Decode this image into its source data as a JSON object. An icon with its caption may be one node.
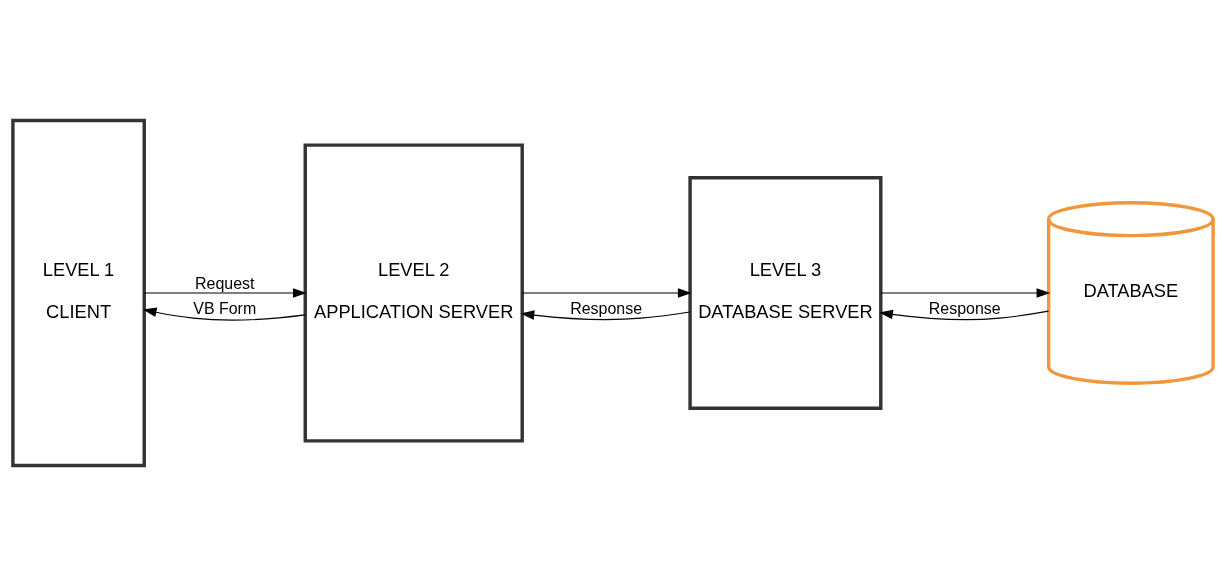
{
  "diagram": {
    "nodes": [
      {
        "text": [
          "LEVEL 1",
          "CLIENT"
        ]
      },
      {
        "text": [
          "LEVEL 2",
          "APPLICATION SERVER"
        ]
      },
      {
        "text": [
          "LEVEL 3",
          "DATABASE SERVER"
        ]
      },
      {
        "text": [
          "DATABASE"
        ]
      }
    ],
    "edges": [
      {
        "from": 0,
        "to": 1,
        "arrow": "to",
        "label": "Request"
      },
      {
        "from": 1,
        "to": 2,
        "arrow": "to"
      },
      {
        "from": 2,
        "to": 3,
        "arrow": "to"
      },
      {
        "from": 3,
        "to": 2,
        "arrow": "to",
        "label": "Response"
      },
      {
        "from": 2,
        "to": 1,
        "arrow": "to",
        "label": "Response"
      },
      {
        "from": 1,
        "to": 0,
        "arrow": "to",
        "label": "VB Form"
      }
    ]
  }
}
